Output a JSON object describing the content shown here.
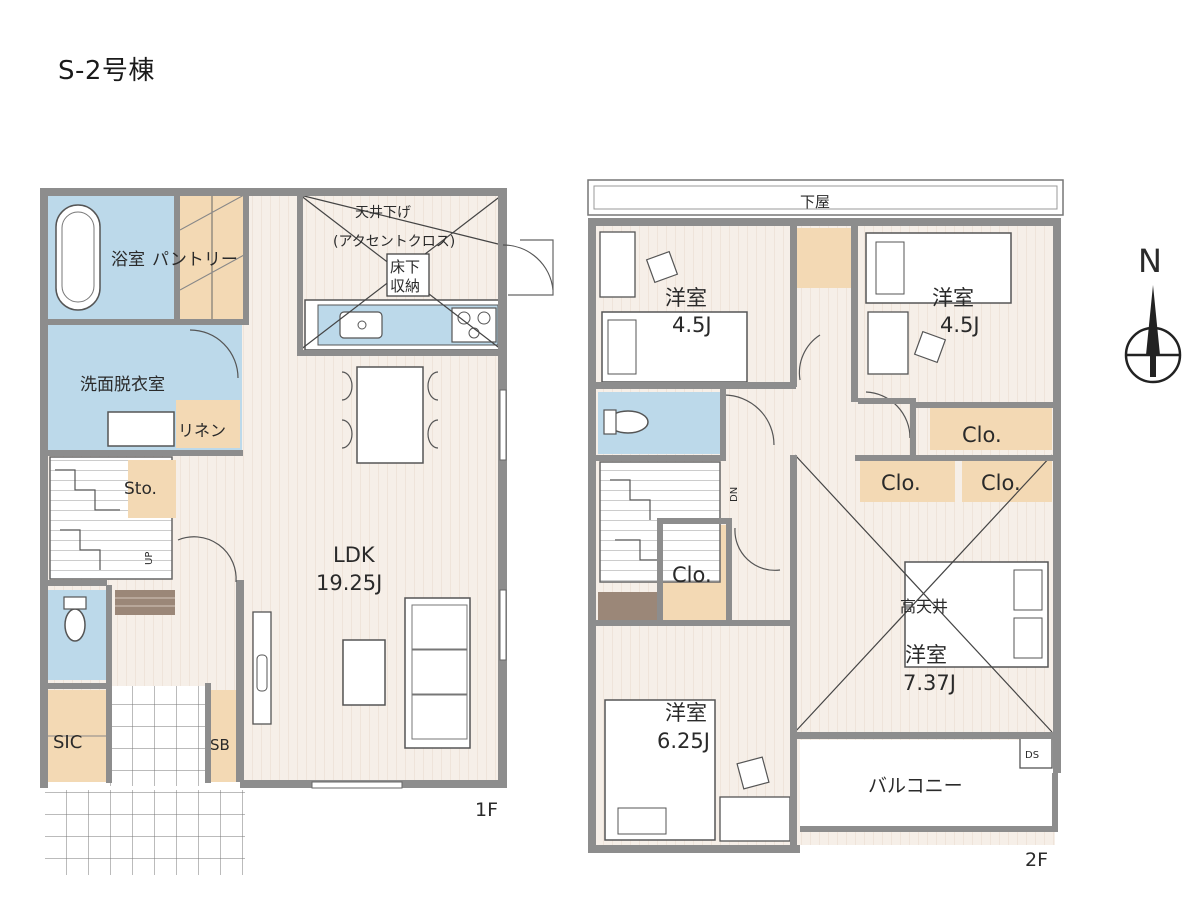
{
  "title": "S-2号棟",
  "floor1": {
    "label": "1F",
    "rooms": {
      "bath": "浴室",
      "pantry": "パントリー",
      "washroom": "洗面脱衣室",
      "linen": "リネン",
      "storage": "Sto.",
      "ldk_name": "LDK",
      "ldk_size": "19.25J",
      "sic": "SIC",
      "sb": "SB",
      "ceiling_line1": "天井下げ",
      "ceiling_line2": "(アクセントクロス)",
      "floor_storage_line1": "床下",
      "floor_storage_line2": "収納",
      "up": "UP"
    }
  },
  "floor2": {
    "label": "2F",
    "rooms": {
      "lower_roof": "下屋",
      "western_nw_name": "洋室",
      "western_nw_size": "4.5J",
      "western_ne_name": "洋室",
      "western_ne_size": "4.5J",
      "closet_a": "Clo.",
      "closet_b": "Clo.",
      "closet_c": "Clo.",
      "closet_d": "Clo.",
      "high_ceiling": "高天井",
      "western_se_name": "洋室",
      "western_se_size": "7.37J",
      "western_sw_name": "洋室",
      "western_sw_size": "6.25J",
      "balcony": "バルコニー",
      "ds": "DS",
      "dn": "DN"
    }
  },
  "compass": {
    "north": "N"
  },
  "colors": {
    "wall": "#8d8d8d",
    "wet_area": "#bcd9ea",
    "storage_fill": "#f3d9b4",
    "floor_fill": "#f6efe8"
  }
}
